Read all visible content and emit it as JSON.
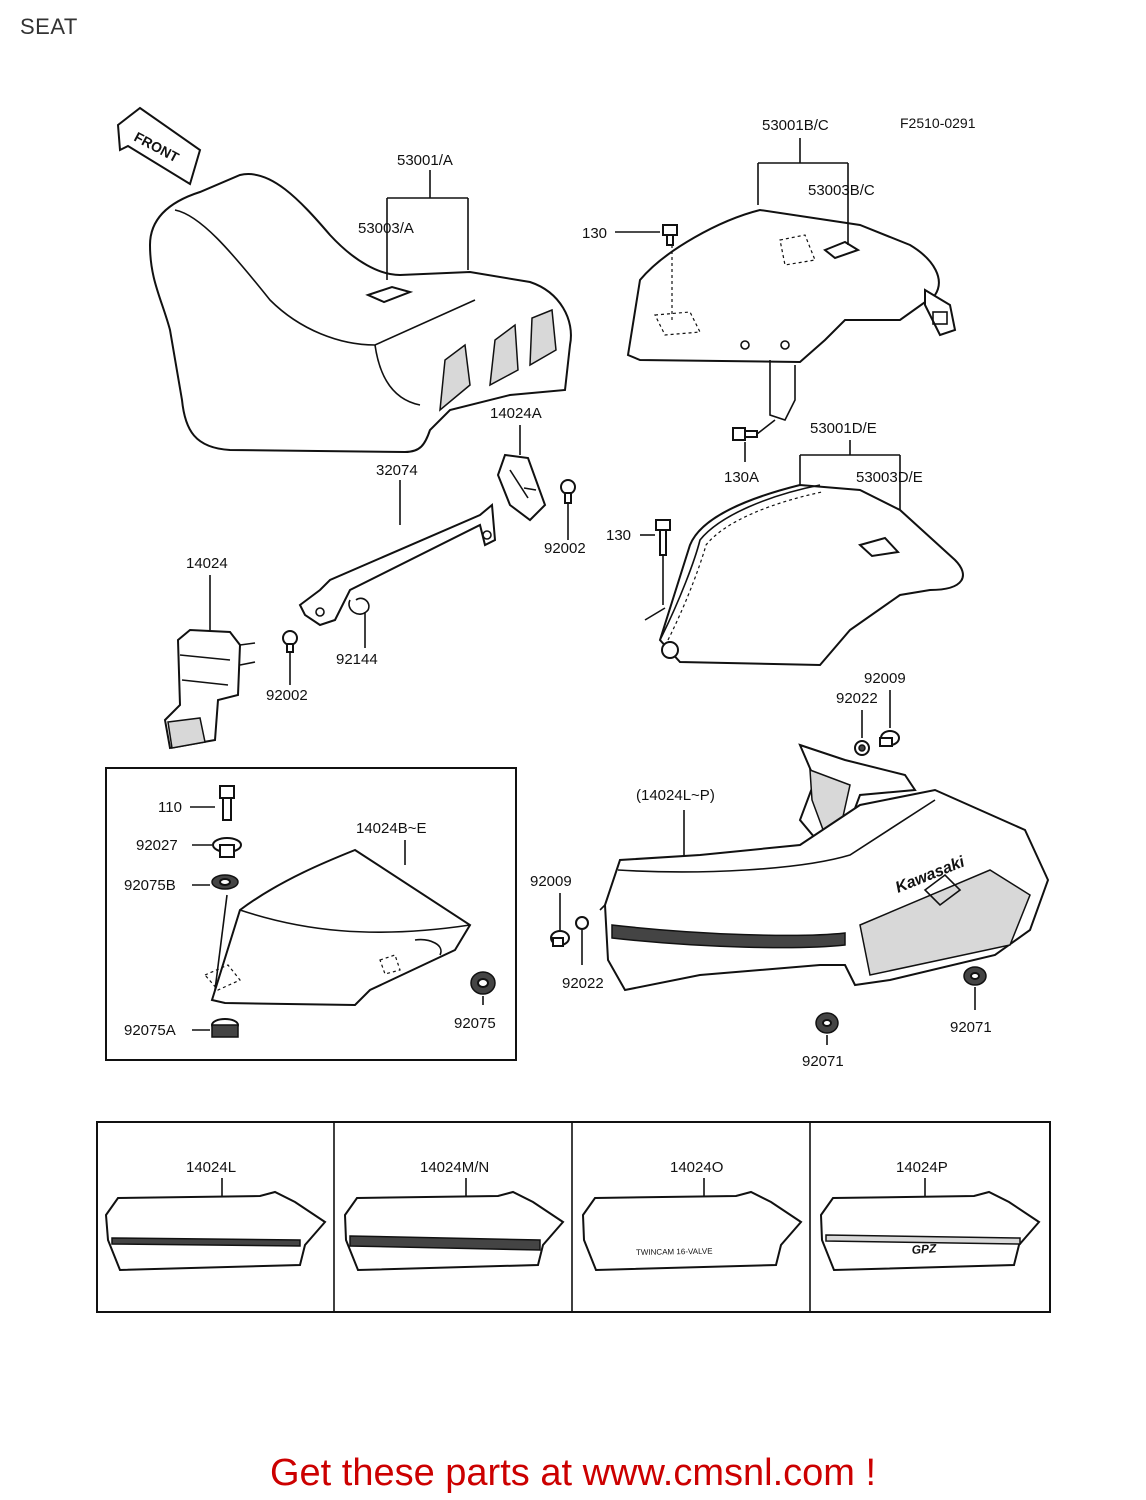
{
  "page_title": "SEAT",
  "figure_ref": "F2510-0291",
  "front_arrow_label": "FRONT",
  "part_labels": {
    "p53001A": "53001/A",
    "p53003A": "53003/A",
    "p53001BC": "53001B/C",
    "p53003BC": "53003B/C",
    "p130_top": "130",
    "p130A": "130A",
    "p53001DE": "53001D/E",
    "p53003DE": "53003D/E",
    "p130_mid": "130",
    "p14024A": "14024A",
    "p32074": "32074",
    "p92002_a": "92002",
    "p14024": "14024",
    "p92144": "92144",
    "p92002_b": "92002",
    "p92009_a": "92009",
    "p92022_a": "92022",
    "p14024LP": "(14024L~P)",
    "p110": "110",
    "p92027": "92027",
    "p92075B": "92075B",
    "p14024BE": "14024B~E",
    "p92075A": "92075A",
    "p92075": "92075",
    "p92009_b": "92009",
    "p92022_b": "92022",
    "p92071_a": "92071",
    "p92071_b": "92071"
  },
  "cowl_brand": "Kawasaki",
  "variants": [
    {
      "label": "14024L",
      "decal": ""
    },
    {
      "label": "14024M/N",
      "decal": ""
    },
    {
      "label": "14024O",
      "decal": "TWINCAM 16-VALVE"
    },
    {
      "label": "14024P",
      "decal": "GPZ"
    }
  ],
  "footer_cta": "Get these parts at www.cmsnl.com !",
  "colors": {
    "cta": "#cc0000",
    "line": "#111111"
  }
}
